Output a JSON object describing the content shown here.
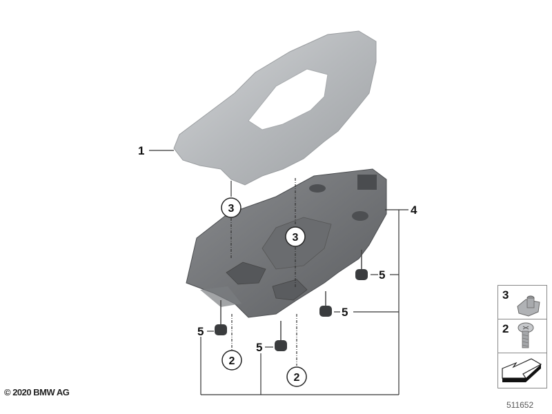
{
  "diagram": {
    "title": "Parts diagram",
    "callouts": {
      "part1": "1",
      "part4": "4",
      "part5_a": "5",
      "part5_b": "5",
      "part5_c": "5",
      "part5_d": "5",
      "circle3_a": "3",
      "circle3_b": "3",
      "circle2_a": "2",
      "circle2_b": "2"
    },
    "legend": {
      "items": [
        {
          "number": "3",
          "icon": "clip-nut-icon"
        },
        {
          "number": "2",
          "icon": "screw-icon"
        },
        {
          "number": "",
          "icon": "direction-arrow-icon"
        }
      ]
    },
    "footer": {
      "copyright": "© 2020 BMW AG",
      "diagram_number": "511652"
    },
    "colors": {
      "cover": "#b9bcbf",
      "base": "#6e7073",
      "line": "#333333"
    }
  }
}
